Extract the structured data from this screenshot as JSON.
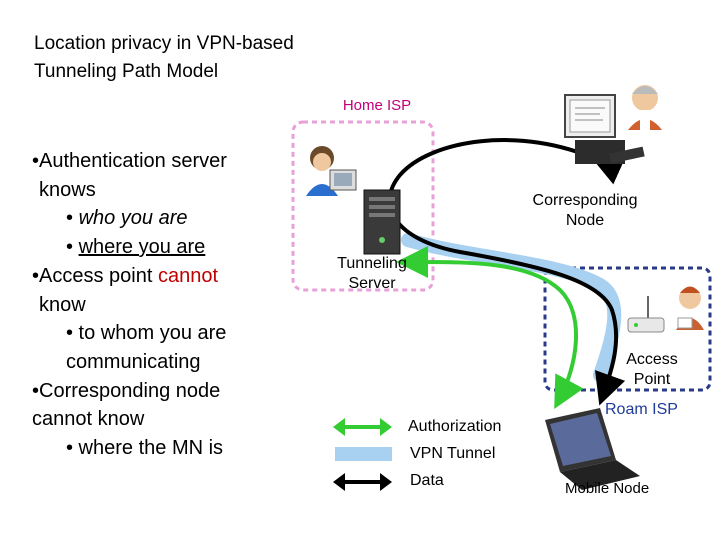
{
  "title": {
    "line1": "Location privacy in VPN-based",
    "line2": "Tunneling Path Model"
  },
  "bullets": {
    "b1_line1": "•Authentication server",
    "b1_line2": "knows",
    "b1_sub1_prefix": "• ",
    "b1_sub1_text": "who you are",
    "b1_sub2_prefix": "• ",
    "b1_sub2_text": "where you are",
    "b2_prefix": "•Access point ",
    "b2_red": "cannot",
    "b2_line2": "know",
    "b2_sub1": "• to whom you are",
    "b2_sub1_cont": "communicating",
    "b3_line1": "•Corresponding node",
    "b3_line2": "cannot know",
    "b3_sub1": "• where the MN is"
  },
  "labels": {
    "home_isp": "Home ISP",
    "corresponding_node_1": "Corresponding",
    "corresponding_node_2": "Node",
    "tunneling_server_1": "Tunneling",
    "tunneling_server_2": "Server",
    "access_point_1": "Access",
    "access_point_2": "Point",
    "roam_isp": "Roam ISP",
    "mobile_node": "Mobile Node"
  },
  "legend": {
    "authorization": "Authorization",
    "vpn_tunnel": "VPN Tunnel",
    "data": "Data"
  },
  "colors": {
    "home_isp_border": "#e8a0d8",
    "roam_isp_border": "#2a3a8a",
    "authorization": "#33cc33",
    "vpn_tunnel": "#a8d0f0",
    "data": "#000000",
    "cannot_red": "#c00000"
  }
}
